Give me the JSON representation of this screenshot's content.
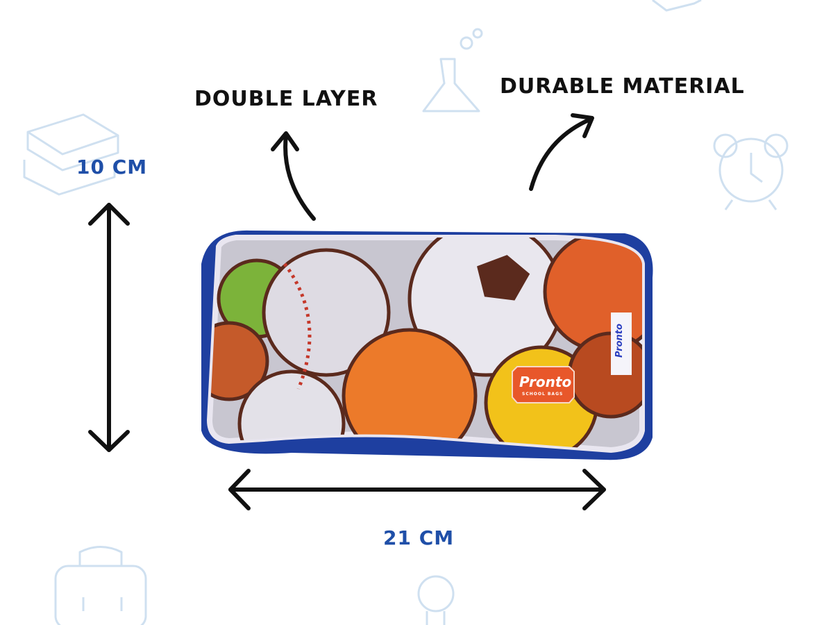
{
  "callouts": {
    "double_layer": "DOUBLE LAYER",
    "durable_material": "DURABLE MATERIAL"
  },
  "dimensions": {
    "height": "10 CM",
    "width": "21 CM"
  },
  "product": {
    "brand_logo": "Pronto",
    "brand_sub": "SCHOOL BAGS",
    "side_tag": "Pronto"
  },
  "colors": {
    "dimension_text": "#1f4fa8",
    "doodle": "#cfe0f0",
    "logo_patch": "#e8572a"
  }
}
